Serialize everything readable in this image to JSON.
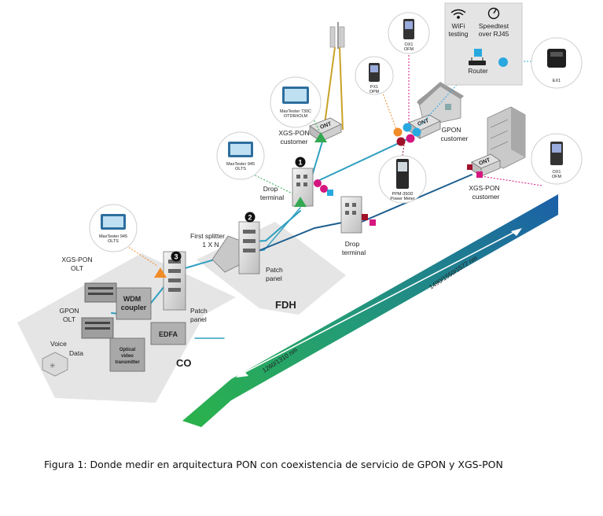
{
  "caption": {
    "prefix": "Figura 1:",
    "text": "Donde medir en arquitectura PON con coexistencia de servicio de GPON y XGS-PON"
  },
  "colors": {
    "fiber": "#2f9fc0",
    "fiber_dark": "#1e5f8f",
    "band_green": "#2bb34a",
    "band_blue": "#1b5fa8",
    "magenta": "#d6167f",
    "orange": "#f28c28",
    "green_marker": "#33a852",
    "cyan": "#29a8e0",
    "platform": "#e6e6e6"
  },
  "zones": {
    "co": "CO",
    "fdh": "FDH"
  },
  "co_equipment": {
    "xgs_olt": [
      "XGS-PON",
      "OLT"
    ],
    "gpon_olt": [
      "GPON",
      "OLT"
    ],
    "wdm": [
      "WDM",
      "coupler"
    ],
    "edfa": "EDFA",
    "optical_video": [
      "Optical",
      "video",
      "transmitter"
    ],
    "voice": "Voice",
    "data": "Data",
    "patch_panel": [
      "Patch",
      "panel"
    ]
  },
  "fdh_equipment": {
    "splitter": [
      "First splitter",
      "1 X N"
    ],
    "patch_panel": [
      "Patch",
      "panel"
    ]
  },
  "drop_terminals": {
    "upper": [
      "Drop",
      "terminal"
    ],
    "lower": [
      "Drop",
      "terminal"
    ]
  },
  "customers": {
    "tower": [
      "XGS-PON",
      "customer"
    ],
    "house": [
      "GPON",
      "customer"
    ],
    "building": [
      "XGS-PON",
      "customer"
    ]
  },
  "ont_label": "ONT",
  "test_points": [
    "1",
    "2",
    "3"
  ],
  "instruments": {
    "mt945_a": [
      "MaxTester 945",
      "OLTS"
    ],
    "mt945_b": [
      "MaxTester 945",
      "OLTS"
    ],
    "mt730c": [
      "MaxTester 730C",
      "OTDR/iOLM"
    ],
    "px1": [
      "PX1",
      "OPM"
    ],
    "ox1_top": [
      "OX1",
      "OFM"
    ],
    "ppm350d": [
      "PPM-350D",
      "Power Meter"
    ],
    "ox1_right": [
      "OX1",
      "OFM"
    ],
    "ex1": "EX1"
  },
  "router_box": {
    "wifi": [
      "WiFi",
      "testing"
    ],
    "speed": [
      "Speedtest",
      "over RJ45"
    ],
    "router": "Router"
  },
  "band": {
    "upstream": "1260/1310 nm",
    "downstream": "1490/1550/1577 nm"
  }
}
